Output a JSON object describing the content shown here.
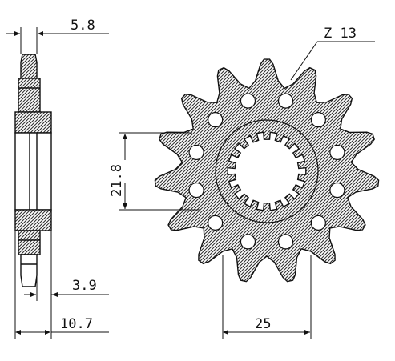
{
  "side_view": {
    "top_width": "5.8",
    "hub_offset": "3.9",
    "overall_width": "10.7"
  },
  "front_view": {
    "teeth_label": "Z 13",
    "bolt_circle": "21.8",
    "spline_width": "25"
  },
  "style": {
    "line_color": "#111111",
    "hatch_color": "#444444"
  }
}
